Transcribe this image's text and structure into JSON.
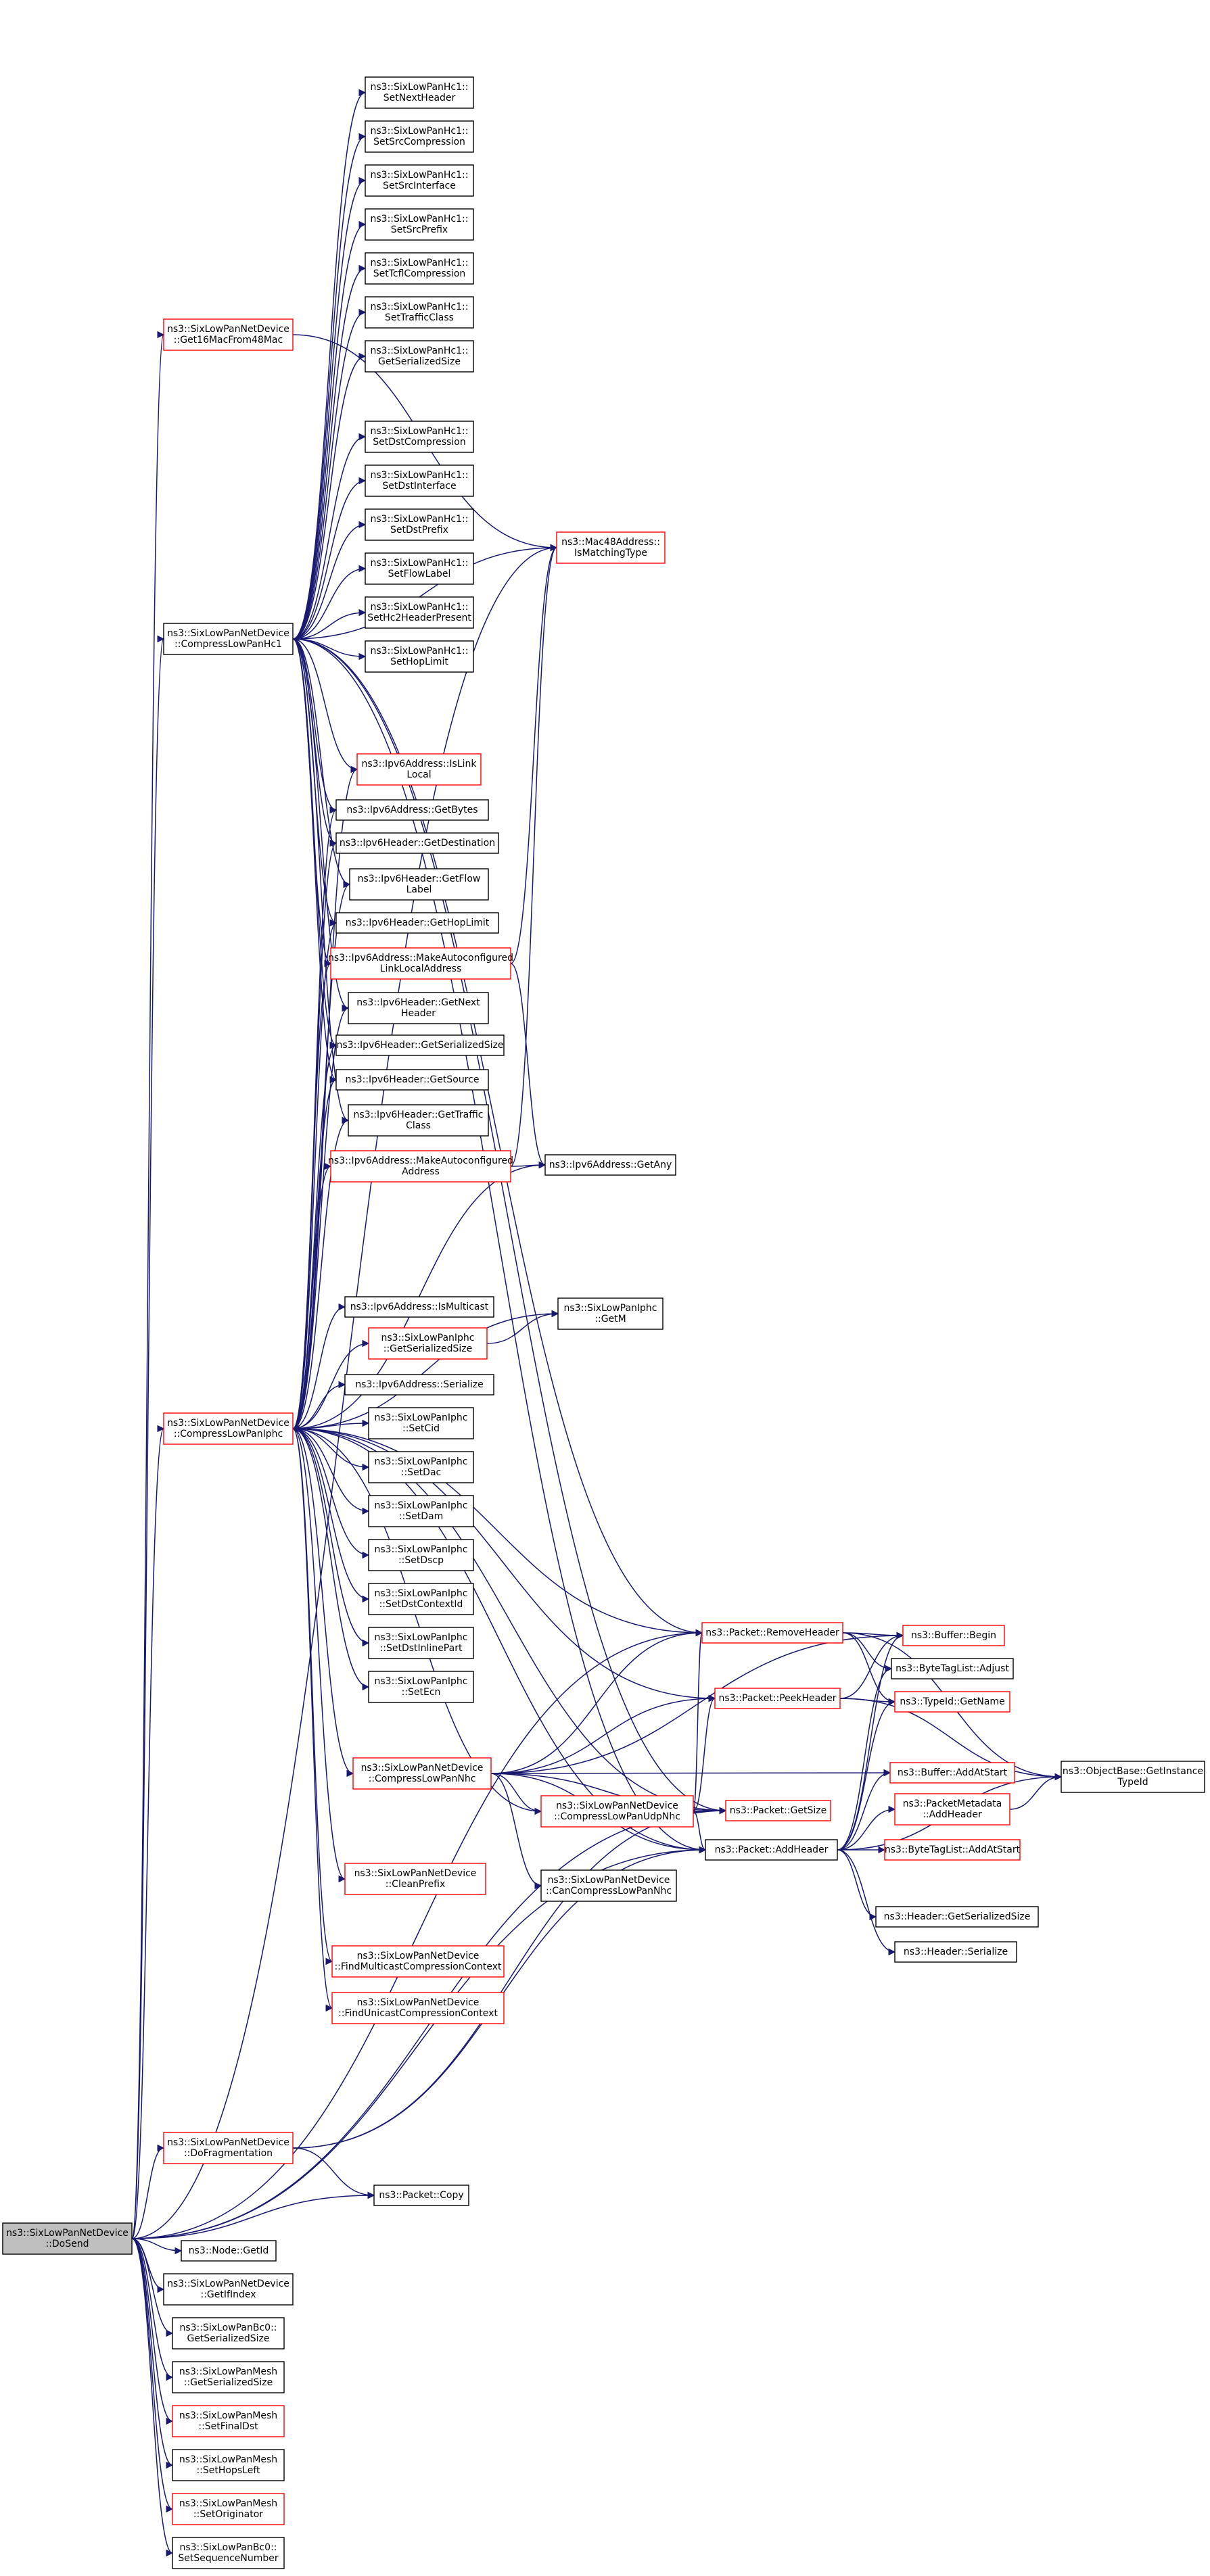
{
  "graph": {
    "nodes": [
      {
        "id": "dosend",
        "lines": [
          "ns3::SixLowPanNetDevice",
          "::DoSend"
        ],
        "style": "root"
      },
      {
        "id": "getmac16",
        "lines": [
          "ns3::SixLowPanNetDevice",
          "::Get16MacFrom48Mac"
        ],
        "style": "red"
      },
      {
        "id": "comphc1",
        "lines": [
          "ns3::SixLowPanNetDevice",
          "::CompressLowPanHc1"
        ],
        "style": "black"
      },
      {
        "id": "compiphc",
        "lines": [
          "ns3::SixLowPanNetDevice",
          "::CompressLowPanIphc"
        ],
        "style": "red"
      },
      {
        "id": "dofrag",
        "lines": [
          "ns3::SixLowPanNetDevice",
          "::DoFragmentation"
        ],
        "style": "red"
      },
      {
        "id": "hc1_setnext",
        "lines": [
          "ns3::SixLowPanHc1::",
          "SetNextHeader"
        ],
        "style": "black"
      },
      {
        "id": "hc1_setsrccomp",
        "lines": [
          "ns3::SixLowPanHc1::",
          "SetSrcCompression"
        ],
        "style": "black"
      },
      {
        "id": "hc1_setsrcif",
        "lines": [
          "ns3::SixLowPanHc1::",
          "SetSrcInterface"
        ],
        "style": "black"
      },
      {
        "id": "hc1_setsrcpre",
        "lines": [
          "ns3::SixLowPanHc1::",
          "SetSrcPrefix"
        ],
        "style": "black"
      },
      {
        "id": "hc1_settcfl",
        "lines": [
          "ns3::SixLowPanHc1::",
          "SetTcflCompression"
        ],
        "style": "black"
      },
      {
        "id": "hc1_settc",
        "lines": [
          "ns3::SixLowPanHc1::",
          "SetTrafficClass"
        ],
        "style": "black"
      },
      {
        "id": "hc1_getser",
        "lines": [
          "ns3::SixLowPanHc1::",
          "GetSerializedSize"
        ],
        "style": "black"
      },
      {
        "id": "hc1_setdstcomp",
        "lines": [
          "ns3::SixLowPanHc1::",
          "SetDstCompression"
        ],
        "style": "black"
      },
      {
        "id": "hc1_setdstif",
        "lines": [
          "ns3::SixLowPanHc1::",
          "SetDstInterface"
        ],
        "style": "black"
      },
      {
        "id": "hc1_setdstpre",
        "lines": [
          "ns3::SixLowPanHc1::",
          "SetDstPrefix"
        ],
        "style": "black"
      },
      {
        "id": "hc1_setflow",
        "lines": [
          "ns3::SixLowPanHc1::",
          "SetFlowLabel"
        ],
        "style": "black"
      },
      {
        "id": "hc1_sethc2",
        "lines": [
          "ns3::SixLowPanHc1::",
          "SetHc2HeaderPresent"
        ],
        "style": "black"
      },
      {
        "id": "hc1_sethop",
        "lines": [
          "ns3::SixLowPanHc1::",
          "SetHopLimit"
        ],
        "style": "black"
      },
      {
        "id": "mac48",
        "lines": [
          "ns3::Mac48Address::",
          "IsMatchingType"
        ],
        "style": "red"
      },
      {
        "id": "ip6_islink",
        "lines": [
          "ns3::Ipv6Address::IsLink",
          "Local"
        ],
        "style": "red"
      },
      {
        "id": "ip6_getbytes",
        "lines": [
          "ns3::Ipv6Address::GetBytes"
        ],
        "style": "black"
      },
      {
        "id": "ip6h_getdst",
        "lines": [
          "ns3::Ipv6Header::GetDestination"
        ],
        "style": "black"
      },
      {
        "id": "ip6h_getflow",
        "lines": [
          "ns3::Ipv6Header::GetFlow",
          "Label"
        ],
        "style": "black"
      },
      {
        "id": "ip6h_gethop",
        "lines": [
          "ns3::Ipv6Header::GetHopLimit"
        ],
        "style": "black"
      },
      {
        "id": "ip6_mkll",
        "lines": [
          "ns3::Ipv6Address::MakeAutoconfigured",
          "LinkLocalAddress"
        ],
        "style": "red"
      },
      {
        "id": "ip6h_getnext",
        "lines": [
          "ns3::Ipv6Header::GetNext",
          "Header"
        ],
        "style": "black"
      },
      {
        "id": "ip6h_getser",
        "lines": [
          "ns3::Ipv6Header::GetSerializedSize"
        ],
        "style": "black"
      },
      {
        "id": "ip6h_getsrc",
        "lines": [
          "ns3::Ipv6Header::GetSource"
        ],
        "style": "black"
      },
      {
        "id": "ip6h_gettc",
        "lines": [
          "ns3::Ipv6Header::GetTraffic",
          "Class"
        ],
        "style": "black"
      },
      {
        "id": "ip6_mkaddr",
        "lines": [
          "ns3::Ipv6Address::MakeAutoconfigured",
          "Address"
        ],
        "style": "red"
      },
      {
        "id": "ip6_getany",
        "lines": [
          "ns3::Ipv6Address::GetAny"
        ],
        "style": "black"
      },
      {
        "id": "ip6_ismc",
        "lines": [
          "ns3::Ipv6Address::IsMulticast"
        ],
        "style": "black"
      },
      {
        "id": "iphc_getm",
        "lines": [
          "ns3::SixLowPanIphc",
          "::GetM"
        ],
        "style": "black"
      },
      {
        "id": "iphc_getser",
        "lines": [
          "ns3::SixLowPanIphc",
          "::GetSerializedSize"
        ],
        "style": "red"
      },
      {
        "id": "ip6_serialize",
        "lines": [
          "ns3::Ipv6Address::Serialize"
        ],
        "style": "black"
      },
      {
        "id": "iphc_setcid",
        "lines": [
          "ns3::SixLowPanIphc",
          "::SetCid"
        ],
        "style": "black"
      },
      {
        "id": "iphc_setdac",
        "lines": [
          "ns3::SixLowPanIphc",
          "::SetDac"
        ],
        "style": "black"
      },
      {
        "id": "iphc_setdam",
        "lines": [
          "ns3::SixLowPanIphc",
          "::SetDam"
        ],
        "style": "black"
      },
      {
        "id": "iphc_setdscp",
        "lines": [
          "ns3::SixLowPanIphc",
          "::SetDscp"
        ],
        "style": "black"
      },
      {
        "id": "iphc_setdctx",
        "lines": [
          "ns3::SixLowPanIphc",
          "::SetDstContextId"
        ],
        "style": "black"
      },
      {
        "id": "iphc_setdinl",
        "lines": [
          "ns3::SixLowPanIphc",
          "::SetDstInlinePart"
        ],
        "style": "black"
      },
      {
        "id": "iphc_setecn",
        "lines": [
          "ns3::SixLowPanIphc",
          "::SetEcn"
        ],
        "style": "black"
      },
      {
        "id": "compnhc",
        "lines": [
          "ns3::SixLowPanNetDevice",
          "::CompressLowPanNhc"
        ],
        "style": "red"
      },
      {
        "id": "compudp",
        "lines": [
          "ns3::SixLowPanNetDevice",
          "::CompressLowPanUdpNhc"
        ],
        "style": "red"
      },
      {
        "id": "cancomp",
        "lines": [
          "ns3::SixLowPanNetDevice",
          "::CanCompressLowPanNhc"
        ],
        "style": "black"
      },
      {
        "id": "cleanpre",
        "lines": [
          "ns3::SixLowPanNetDevice",
          "::CleanPrefix"
        ],
        "style": "red"
      },
      {
        "id": "findmc",
        "lines": [
          "ns3::SixLowPanNetDevice",
          "::FindMulticastCompressionContext"
        ],
        "style": "red"
      },
      {
        "id": "finduc",
        "lines": [
          "ns3::SixLowPanNetDevice",
          "::FindUnicastCompressionContext"
        ],
        "style": "red"
      },
      {
        "id": "pkt_remove",
        "lines": [
          "ns3::Packet::RemoveHeader"
        ],
        "style": "red"
      },
      {
        "id": "pkt_peek",
        "lines": [
          "ns3::Packet::PeekHeader"
        ],
        "style": "red"
      },
      {
        "id": "pkt_getsize",
        "lines": [
          "ns3::Packet::GetSize"
        ],
        "style": "red"
      },
      {
        "id": "pkt_add",
        "lines": [
          "ns3::Packet::AddHeader"
        ],
        "style": "black"
      },
      {
        "id": "pkt_copy",
        "lines": [
          "ns3::Packet::Copy"
        ],
        "style": "black"
      },
      {
        "id": "buf_begin",
        "lines": [
          "ns3::Buffer::Begin"
        ],
        "style": "red"
      },
      {
        "id": "btl_adjust",
        "lines": [
          "ns3::ByteTagList::Adjust"
        ],
        "style": "black"
      },
      {
        "id": "typeid_name",
        "lines": [
          "ns3::TypeId::GetName"
        ],
        "style": "red"
      },
      {
        "id": "buf_addstart",
        "lines": [
          "ns3::Buffer::AddAtStart"
        ],
        "style": "red"
      },
      {
        "id": "pm_addhdr",
        "lines": [
          "ns3::PacketMetadata",
          "::AddHeader"
        ],
        "style": "red"
      },
      {
        "id": "btl_addstart",
        "lines": [
          "ns3::ByteTagList::AddAtStart"
        ],
        "style": "red"
      },
      {
        "id": "objbase",
        "lines": [
          "ns3::ObjectBase::GetInstance",
          "TypeId"
        ],
        "style": "black"
      },
      {
        "id": "hdr_getser",
        "lines": [
          "ns3::Header::GetSerializedSize"
        ],
        "style": "black"
      },
      {
        "id": "hdr_ser",
        "lines": [
          "ns3::Header::Serialize"
        ],
        "style": "black"
      },
      {
        "id": "node_getid",
        "lines": [
          "ns3::Node::GetId"
        ],
        "style": "black"
      },
      {
        "id": "getifindex",
        "lines": [
          "ns3::SixLowPanNetDevice",
          "::GetIfIndex"
        ],
        "style": "black"
      },
      {
        "id": "bc0_getser",
        "lines": [
          "ns3::SixLowPanBc0::",
          "GetSerializedSize"
        ],
        "style": "black"
      },
      {
        "id": "mesh_getser",
        "lines": [
          "ns3::SixLowPanMesh",
          "::GetSerializedSize"
        ],
        "style": "black"
      },
      {
        "id": "mesh_setfinal",
        "lines": [
          "ns3::SixLowPanMesh",
          "::SetFinalDst"
        ],
        "style": "red"
      },
      {
        "id": "mesh_sethops",
        "lines": [
          "ns3::SixLowPanMesh",
          "::SetHopsLeft"
        ],
        "style": "black"
      },
      {
        "id": "mesh_setorig",
        "lines": [
          "ns3::SixLowPanMesh",
          "::SetOriginator"
        ],
        "style": "red"
      },
      {
        "id": "bc0_setseq",
        "lines": [
          "ns3::SixLowPanBc0::",
          "SetSequenceNumber"
        ],
        "style": "black"
      }
    ],
    "edges": [
      [
        "dosend",
        "getmac16"
      ],
      [
        "dosend",
        "comphc1"
      ],
      [
        "dosend",
        "compiphc"
      ],
      [
        "dosend",
        "dofrag"
      ],
      [
        "dosend",
        "mac48"
      ],
      [
        "dosend",
        "pkt_remove"
      ],
      [
        "dosend",
        "pkt_copy"
      ],
      [
        "dosend",
        "pkt_add"
      ],
      [
        "dosend",
        "node_getid"
      ],
      [
        "dosend",
        "getifindex"
      ],
      [
        "dosend",
        "bc0_getser"
      ],
      [
        "dosend",
        "mesh_getser"
      ],
      [
        "dosend",
        "mesh_setfinal"
      ],
      [
        "dosend",
        "mesh_sethops"
      ],
      [
        "dosend",
        "mesh_setorig"
      ],
      [
        "dosend",
        "bc0_setseq"
      ],
      [
        "dosend",
        "pkt_getsize"
      ],
      [
        "getmac16",
        "mac48"
      ],
      [
        "comphc1",
        "hc1_setnext"
      ],
      [
        "comphc1",
        "hc1_setsrccomp"
      ],
      [
        "comphc1",
        "hc1_setsrcif"
      ],
      [
        "comphc1",
        "hc1_setsrcpre"
      ],
      [
        "comphc1",
        "hc1_settcfl"
      ],
      [
        "comphc1",
        "hc1_settc"
      ],
      [
        "comphc1",
        "hc1_getser"
      ],
      [
        "comphc1",
        "hc1_setdstcomp"
      ],
      [
        "comphc1",
        "hc1_setdstif"
      ],
      [
        "comphc1",
        "hc1_setdstpre"
      ],
      [
        "comphc1",
        "hc1_setflow"
      ],
      [
        "comphc1",
        "hc1_sethc2"
      ],
      [
        "comphc1",
        "hc1_sethop"
      ],
      [
        "comphc1",
        "mac48"
      ],
      [
        "comphc1",
        "ip6_islink"
      ],
      [
        "comphc1",
        "ip6_getbytes"
      ],
      [
        "comphc1",
        "ip6h_getdst"
      ],
      [
        "comphc1",
        "ip6h_getflow"
      ],
      [
        "comphc1",
        "ip6h_gethop"
      ],
      [
        "comphc1",
        "ip6_mkll"
      ],
      [
        "comphc1",
        "ip6h_getnext"
      ],
      [
        "comphc1",
        "ip6h_getser"
      ],
      [
        "comphc1",
        "ip6h_getsrc"
      ],
      [
        "comphc1",
        "ip6h_gettc"
      ],
      [
        "comphc1",
        "pkt_remove"
      ],
      [
        "comphc1",
        "pkt_getsize"
      ],
      [
        "comphc1",
        "pkt_add"
      ],
      [
        "compiphc",
        "ip6_islink"
      ],
      [
        "compiphc",
        "ip6_getbytes"
      ],
      [
        "compiphc",
        "ip6h_getdst"
      ],
      [
        "compiphc",
        "ip6h_getflow"
      ],
      [
        "compiphc",
        "ip6h_gethop"
      ],
      [
        "compiphc",
        "ip6_mkll"
      ],
      [
        "compiphc",
        "ip6h_getnext"
      ],
      [
        "compiphc",
        "ip6h_getser"
      ],
      [
        "compiphc",
        "ip6h_getsrc"
      ],
      [
        "compiphc",
        "ip6h_gettc"
      ],
      [
        "compiphc",
        "ip6_mkaddr"
      ],
      [
        "compiphc",
        "ip6_getany"
      ],
      [
        "compiphc",
        "ip6_ismc"
      ],
      [
        "compiphc",
        "iphc_getm"
      ],
      [
        "compiphc",
        "iphc_getser"
      ],
      [
        "compiphc",
        "ip6_serialize"
      ],
      [
        "compiphc",
        "iphc_setcid"
      ],
      [
        "compiphc",
        "iphc_setdac"
      ],
      [
        "compiphc",
        "iphc_setdam"
      ],
      [
        "compiphc",
        "iphc_setdscp"
      ],
      [
        "compiphc",
        "iphc_setdctx"
      ],
      [
        "compiphc",
        "iphc_setdinl"
      ],
      [
        "compiphc",
        "iphc_setecn"
      ],
      [
        "compiphc",
        "compnhc"
      ],
      [
        "compiphc",
        "cleanpre"
      ],
      [
        "compiphc",
        "findmc"
      ],
      [
        "compiphc",
        "finduc"
      ],
      [
        "compiphc",
        "pkt_remove"
      ],
      [
        "compiphc",
        "pkt_peek"
      ],
      [
        "compiphc",
        "pkt_getsize"
      ],
      [
        "compiphc",
        "pkt_add"
      ],
      [
        "dofrag",
        "pkt_copy"
      ],
      [
        "dofrag",
        "pkt_add"
      ],
      [
        "dofrag",
        "pkt_getsize"
      ],
      [
        "ip6_mkll",
        "mac48"
      ],
      [
        "ip6_mkll",
        "ip6_getany"
      ],
      [
        "ip6_mkaddr",
        "mac48"
      ],
      [
        "ip6_mkaddr",
        "ip6_getany"
      ],
      [
        "iphc_getser",
        "iphc_getm"
      ],
      [
        "compnhc",
        "compudp"
      ],
      [
        "compnhc",
        "cancomp"
      ],
      [
        "compnhc",
        "pkt_remove"
      ],
      [
        "compnhc",
        "pkt_peek"
      ],
      [
        "compnhc",
        "pkt_getsize"
      ],
      [
        "compnhc",
        "pkt_add"
      ],
      [
        "compnhc",
        "buf_begin"
      ],
      [
        "compnhc",
        "buf_addstart"
      ],
      [
        "compudp",
        "pkt_remove"
      ],
      [
        "compudp",
        "pkt_peek"
      ],
      [
        "compudp",
        "pkt_getsize"
      ],
      [
        "compudp",
        "pkt_add"
      ],
      [
        "compudp",
        "compiphc"
      ],
      [
        "pkt_remove",
        "buf_begin"
      ],
      [
        "pkt_remove",
        "btl_adjust"
      ],
      [
        "pkt_remove",
        "typeid_name"
      ],
      [
        "pkt_remove",
        "objbase"
      ],
      [
        "pkt_peek",
        "buf_begin"
      ],
      [
        "pkt_peek",
        "typeid_name"
      ],
      [
        "pkt_peek",
        "objbase"
      ],
      [
        "pkt_add",
        "buf_begin"
      ],
      [
        "pkt_add",
        "btl_adjust"
      ],
      [
        "pkt_add",
        "typeid_name"
      ],
      [
        "pkt_add",
        "buf_addstart"
      ],
      [
        "pkt_add",
        "pm_addhdr"
      ],
      [
        "pkt_add",
        "btl_addstart"
      ],
      [
        "pkt_add",
        "objbase"
      ],
      [
        "pkt_add",
        "hdr_getser"
      ],
      [
        "pkt_add",
        "hdr_ser"
      ],
      [
        "pm_addhdr",
        "objbase"
      ]
    ]
  }
}
